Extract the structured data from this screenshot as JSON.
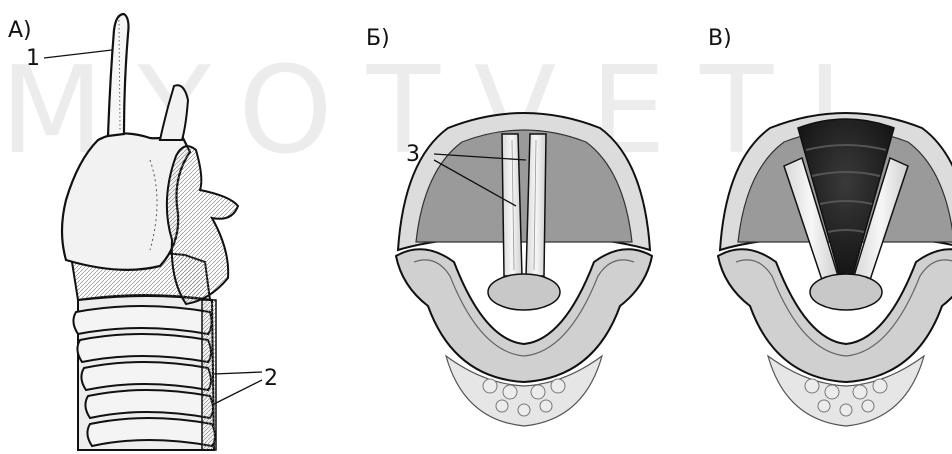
{
  "panels": [
    {
      "letter": "А)"
    },
    {
      "letter": "Б)"
    },
    {
      "letter": "В)"
    }
  ],
  "callouts": {
    "cartilage": "1",
    "trachea": "2",
    "vocal_cords": "3"
  },
  "watermark": "MYOTVETI.RU",
  "colors": {
    "ink": "#111111",
    "paper": "#ffffff",
    "tissue_light": "#eeeeee",
    "tissue_mid": "#bdbdbd",
    "tissue_dark": "#555555",
    "opening": "#1e1e1e"
  }
}
